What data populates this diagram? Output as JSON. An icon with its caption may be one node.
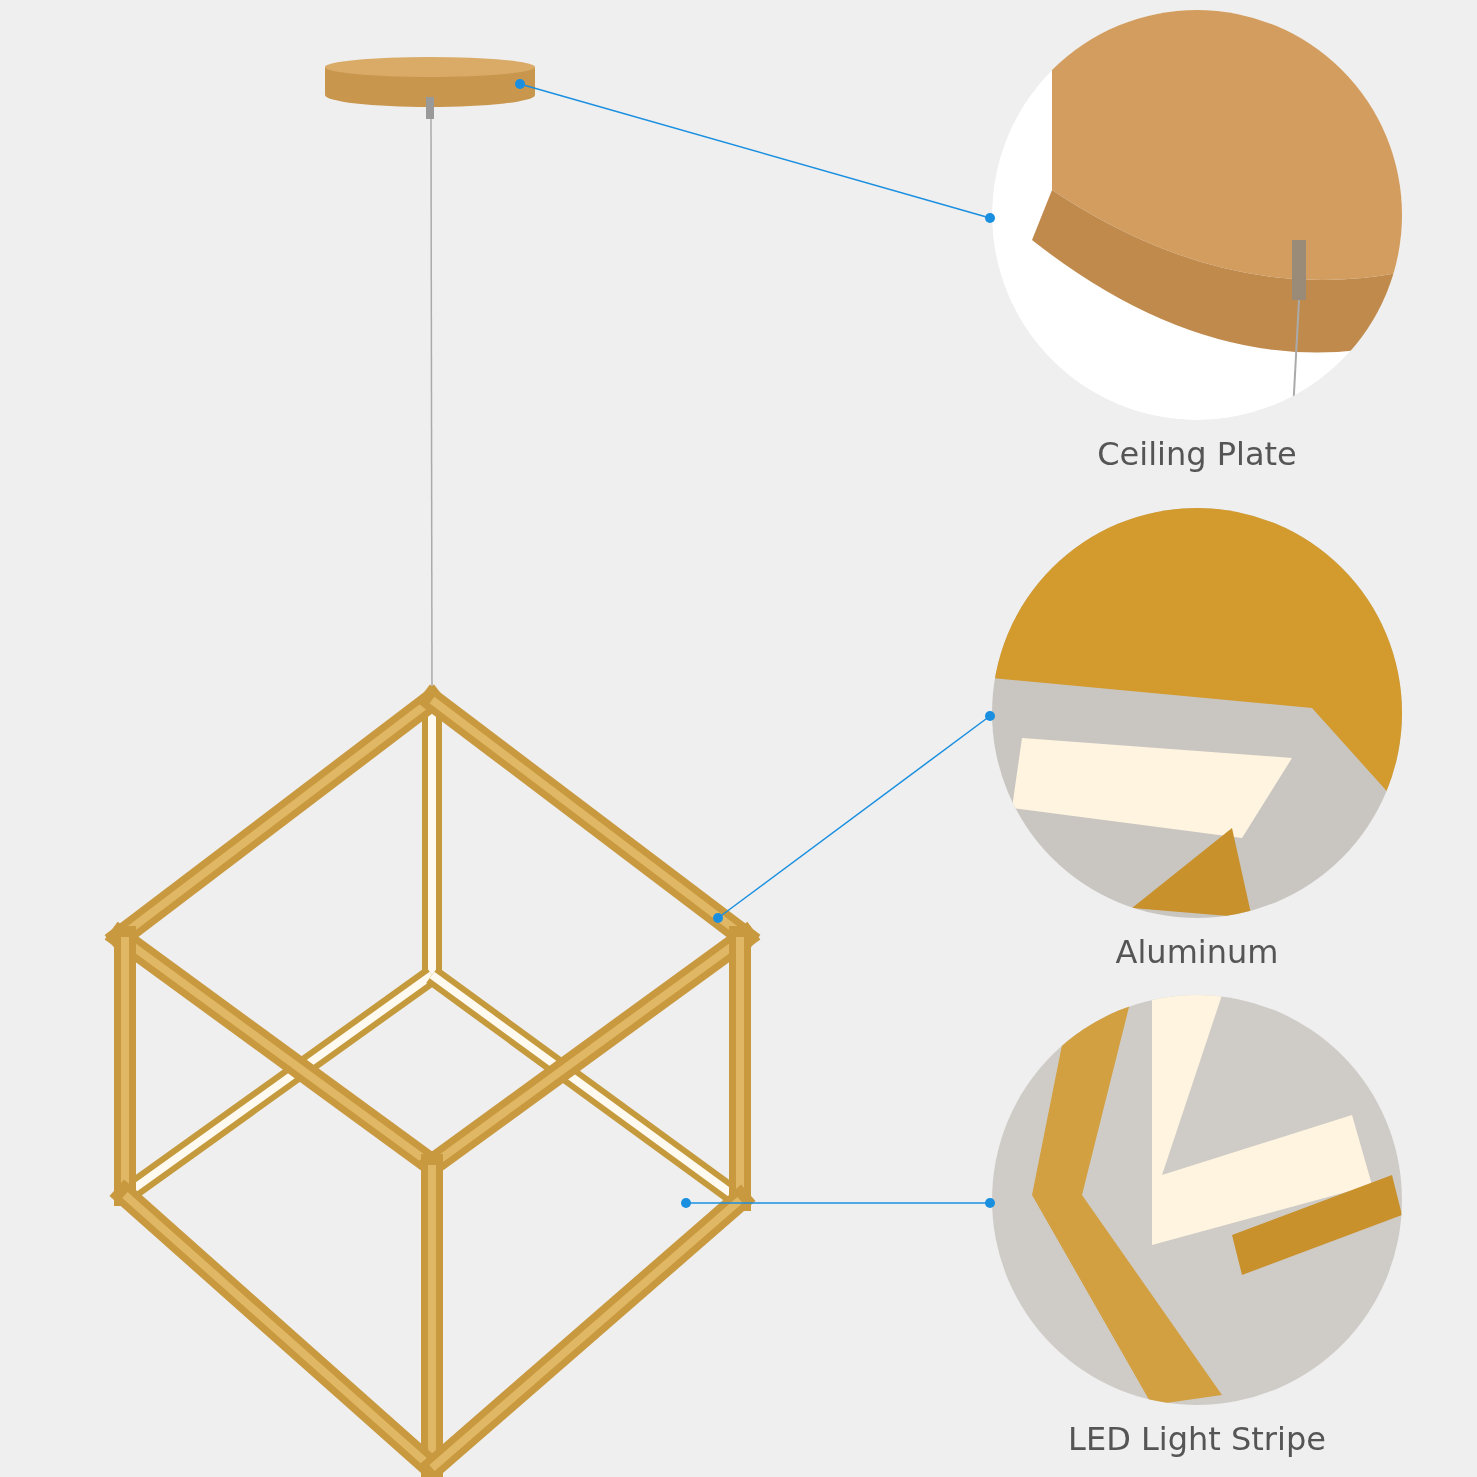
{
  "diagram": {
    "nodes": [
      {
        "text": [],
        "shape": "cylinder"
      },
      {
        "text": [],
        "shape": "picture"
      },
      {
        "text": [
          "Ceiling Plate"
        ]
      },
      {
        "text": [
          "Aluminum"
        ]
      },
      {
        "text": [
          "LED Light Stripe"
        ]
      }
    ],
    "edges": [
      {
        "from": 0,
        "to": 2,
        "arrow": "other"
      },
      {
        "from": 1,
        "to": 3,
        "arrow": "other"
      },
      {
        "from": 1,
        "to": 4,
        "arrow": "other"
      }
    ]
  }
}
